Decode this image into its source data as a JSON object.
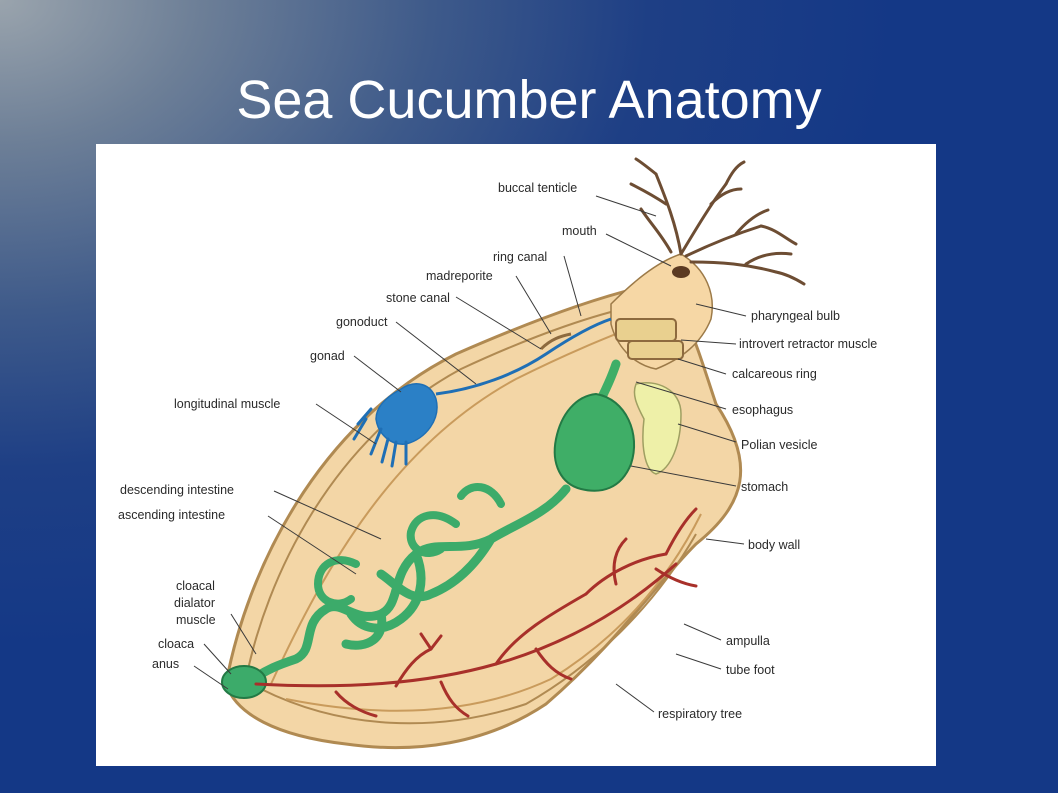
{
  "slide": {
    "title": "Sea Cucumber Anatomy"
  },
  "labels": {
    "buccal_tenticle": "buccal tenticle",
    "mouth": "mouth",
    "ring_canal": "ring canal",
    "madreporite": "madreporite",
    "stone_canal": "stone canal",
    "gonoduct": "gonoduct",
    "gonad": "gonad",
    "longitudinal_muscle": "longitudinal muscle",
    "descending_intestine": "descending intestine",
    "ascending_intestine": "ascending intestine",
    "cloacal_1": "cloacal",
    "cloacal_2": "dialator",
    "cloacal_3": "muscle",
    "cloaca": "cloaca",
    "anus": "anus",
    "pharyngeal_bulb": "pharyngeal bulb",
    "introvert_retractor_muscle": "introvert retractor muscle",
    "calcareous_ring": "calcareous ring",
    "esophagus": "esophagus",
    "polian_vesicle": "Polian vesicle",
    "stomach": "stomach",
    "body_wall": "body wall",
    "ampulla": "ampulla",
    "tube_foot": "tube foot",
    "respiratory_tree": "respiratory tree"
  },
  "colors": {
    "body_fill": "#f3d6a6",
    "body_outline": "#b08a52",
    "intestine": "#3cab6a",
    "stomach": "#3fae67",
    "gonad": "#1f6fb5",
    "polian": "#eef0a8",
    "respiratory": "#a8302a"
  }
}
